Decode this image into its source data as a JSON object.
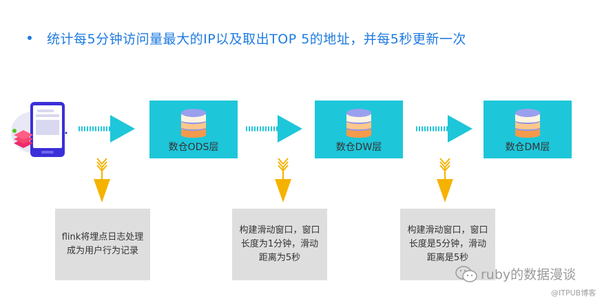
{
  "title": "统计每5分钟访问量最大的IP以及取出TOP 5的地址，并每5秒更新一次",
  "colors": {
    "title_text": "#1e7be0",
    "layer_box": "#1ec6d9",
    "flow_arrow": "#1ec6d9",
    "down_arrow": "#f5b300",
    "note_box": "#dedede"
  },
  "source_icon": "mobile-device-icon",
  "layers": [
    {
      "label": "数仓ODS层",
      "icon": "database-icon"
    },
    {
      "label": "数仓DW层",
      "icon": "database-icon"
    },
    {
      "label": "数仓DM层",
      "icon": "database-icon"
    }
  ],
  "notes": [
    {
      "text": "flink将埋点日志处理成为用户行为记录"
    },
    {
      "text": "构建滑动窗口，窗口长度为1分钟，滑动距离为5秒"
    },
    {
      "text": "构建滑动窗口，窗口长度是5分钟，滑动距离是5秒"
    }
  ],
  "watermark": {
    "icon": "wechat-icon",
    "text": "ruby的数据漫谈"
  },
  "credit": "@ITPUB博客"
}
